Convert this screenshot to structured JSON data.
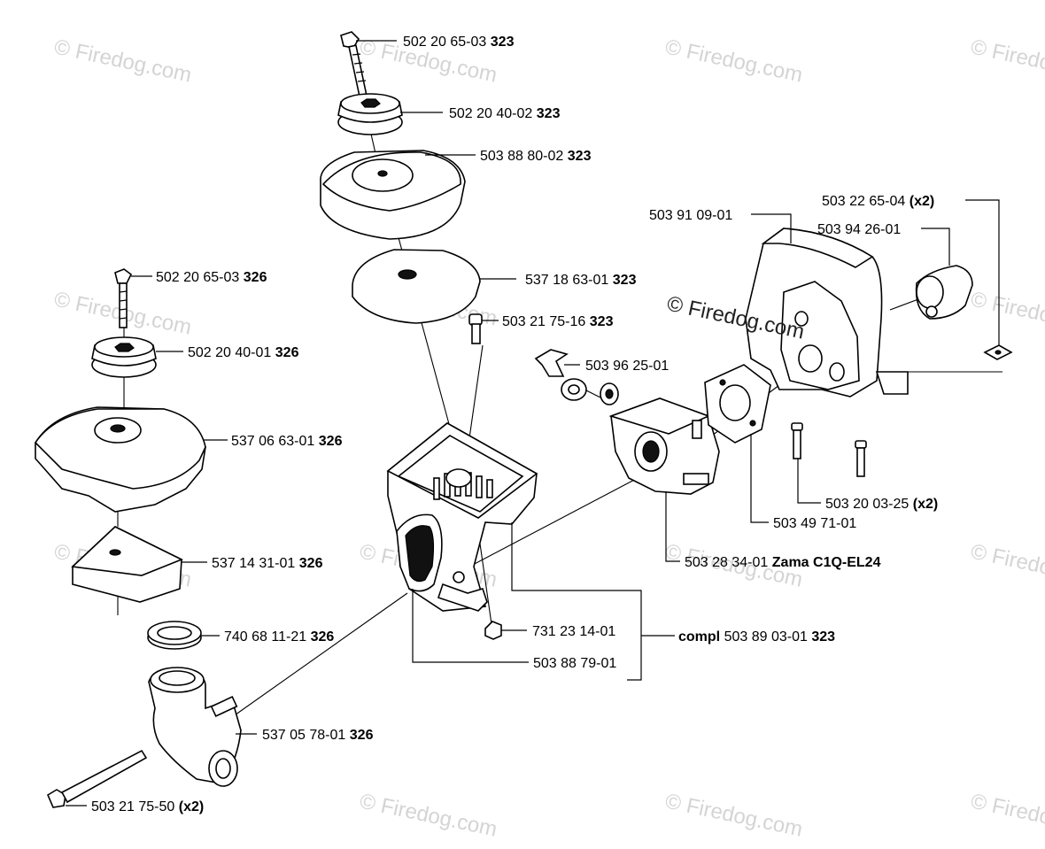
{
  "watermark": {
    "faint_text": "© Firedog.com",
    "main_text": "© Firedog.com"
  },
  "callouts": [
    {
      "id": "p1",
      "part": "502 20 65-03",
      "qualifier": "323"
    },
    {
      "id": "p2",
      "part": "502 20 40-02",
      "qualifier": "323"
    },
    {
      "id": "p3",
      "part": "503 88 80-02",
      "qualifier": "323"
    },
    {
      "id": "p4",
      "part": "537 18 63-01",
      "qualifier": "323"
    },
    {
      "id": "p5",
      "part": "503 21 75-16",
      "qualifier": "323"
    },
    {
      "id": "p6",
      "part": "502 20 65-03",
      "qualifier": "326"
    },
    {
      "id": "p7",
      "part": "502 20 40-01",
      "qualifier": "326"
    },
    {
      "id": "p8",
      "part": "537 06 63-01",
      "qualifier": "326"
    },
    {
      "id": "p9",
      "part": "537 14 31-01",
      "qualifier": "326"
    },
    {
      "id": "p10",
      "part": "740 68 11-21",
      "qualifier": "326"
    },
    {
      "id": "p11",
      "part": "537 05 78-01",
      "qualifier": "326"
    },
    {
      "id": "p12",
      "part": "503 21 75-50",
      "qualifier": "(x2)"
    },
    {
      "id": "p13",
      "part": "503 22 65-04",
      "qualifier": "(x2)"
    },
    {
      "id": "p14",
      "part": "503 91 09-01",
      "qualifier": ""
    },
    {
      "id": "p15",
      "part": "503 94 26-01",
      "qualifier": ""
    },
    {
      "id": "p16",
      "part": "503 96 25-01",
      "qualifier": ""
    },
    {
      "id": "p17",
      "part": "503 20 03-25",
      "qualifier": "(x2)"
    },
    {
      "id": "p18",
      "part": "503 49 71-01",
      "qualifier": ""
    },
    {
      "id": "p19",
      "part": "503 28 34-01",
      "qualifier": "Zama C1Q-EL24"
    },
    {
      "id": "p20",
      "part": "731 23 14-01",
      "qualifier": ""
    },
    {
      "id": "p21",
      "part": "503 88 79-01",
      "qualifier": ""
    }
  ],
  "assembly": {
    "prefix": "compl",
    "part": "503 89 03-01",
    "qualifier": "323"
  }
}
